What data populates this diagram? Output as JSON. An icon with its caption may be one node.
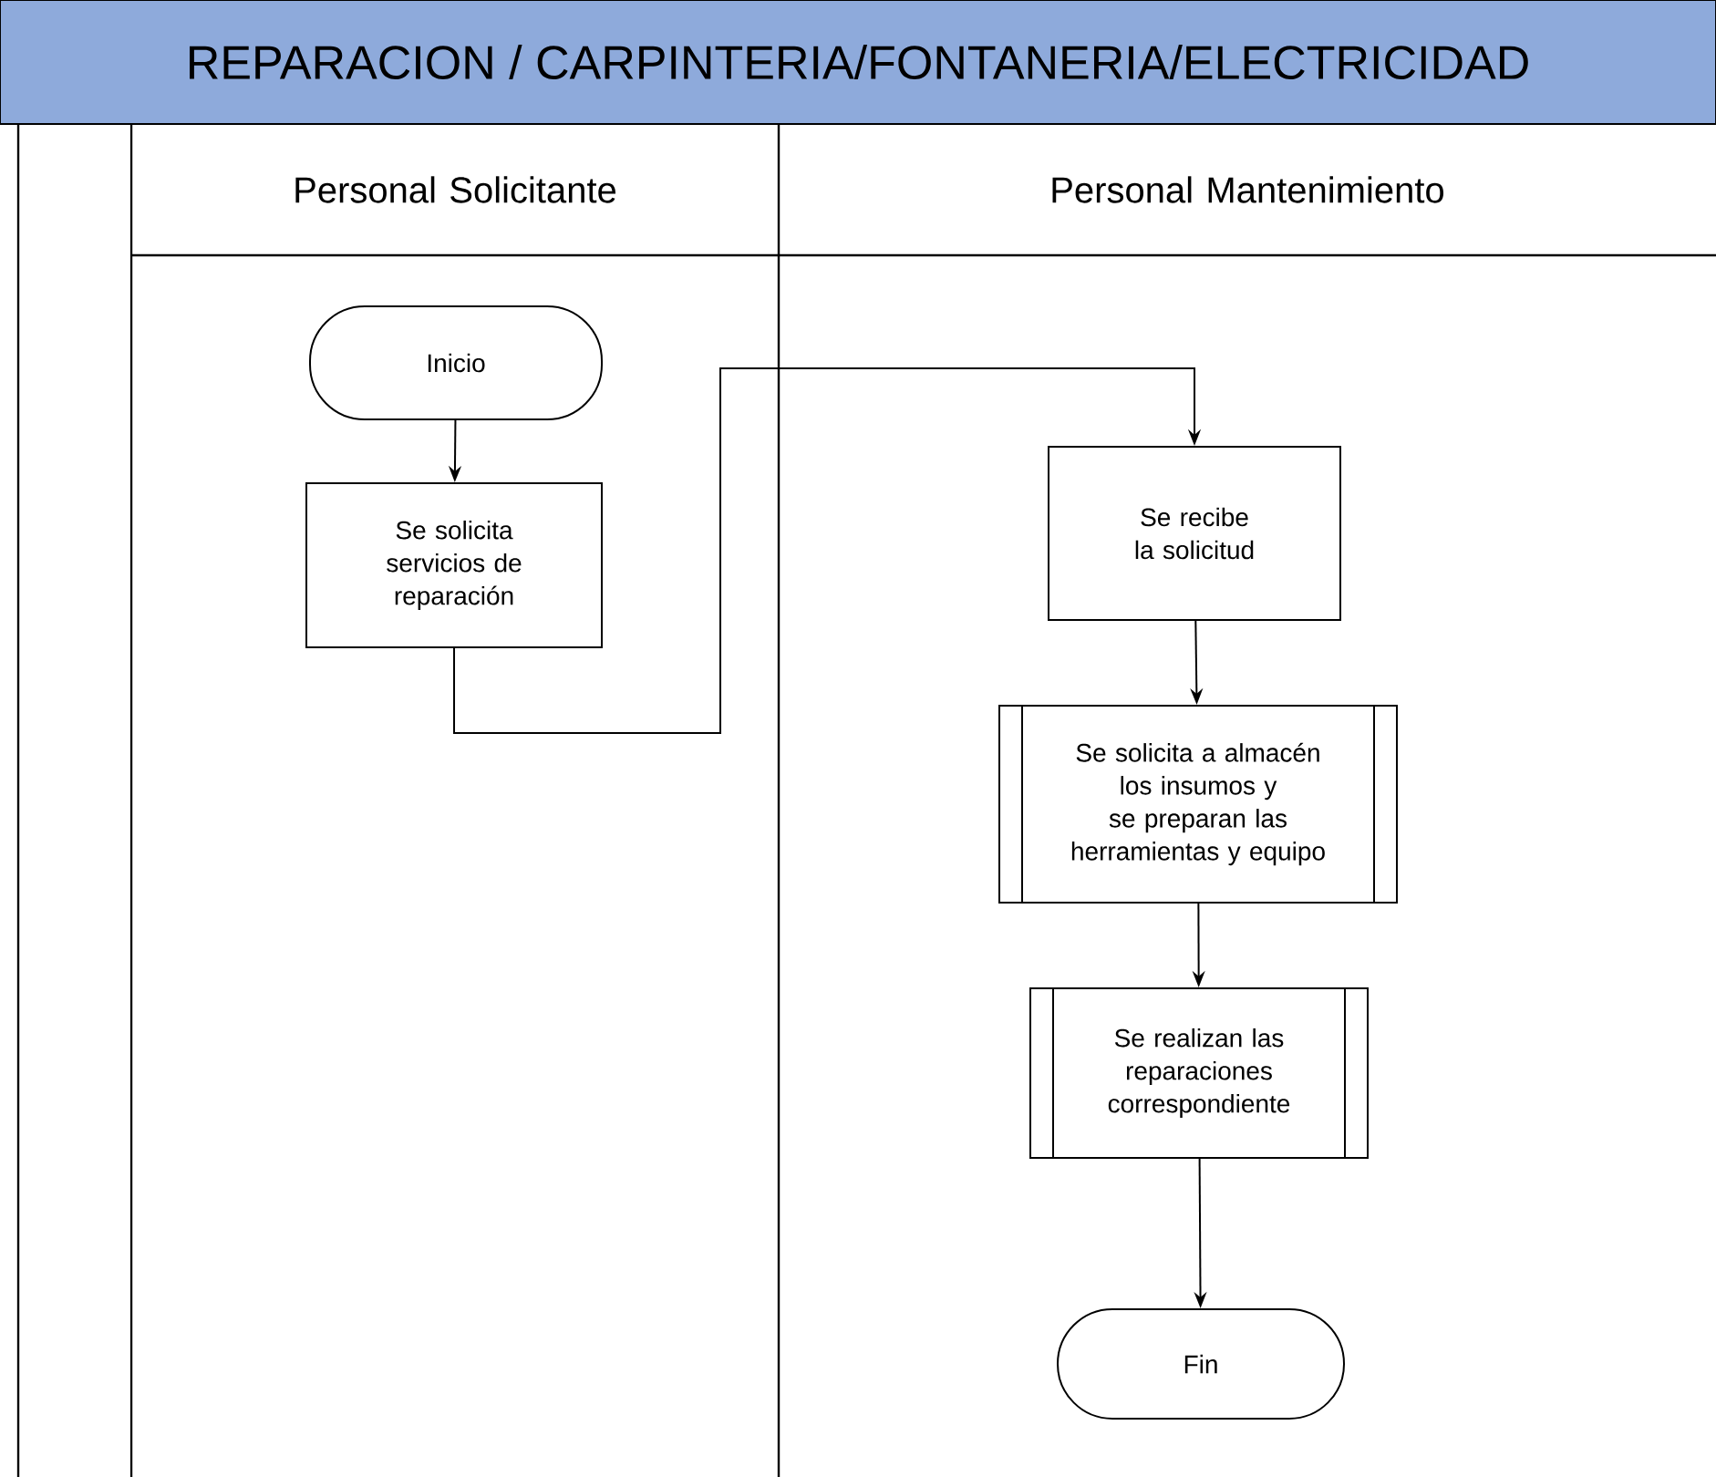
{
  "diagram": {
    "title": "REPARACION / CARPINTERIA/FONTANERIA/ELECTRICIDAD",
    "nodes": [
      {
        "text": [
          "Personal Solicitante"
        ]
      },
      {
        "text": [
          "Personal Mantenimiento"
        ]
      },
      {
        "text": [
          "Inicio"
        ],
        "in": 0
      },
      {
        "text": [
          "Se solicita servicios de reparación"
        ],
        "in": 0
      },
      {
        "text": [
          "Se recibe la solicitud"
        ],
        "in": 1
      },
      {
        "text": [
          "Se solicita a almacén los insumos y se preparan las herramientas y equipo"
        ],
        "in": 1
      },
      {
        "text": [
          "Se realizan las reparaciones correspondiente"
        ],
        "in": 1
      },
      {
        "text": [
          "Fin"
        ],
        "in": 1
      }
    ],
    "edges": [
      {
        "from": 2,
        "to": 3,
        "arrow": "to"
      },
      {
        "from": 3,
        "to": 4,
        "arrow": "to"
      },
      {
        "from": 4,
        "to": 5,
        "arrow": "to"
      },
      {
        "from": 5,
        "to": 6,
        "arrow": "to"
      },
      {
        "from": 6,
        "to": 7,
        "arrow": "to"
      }
    ]
  }
}
